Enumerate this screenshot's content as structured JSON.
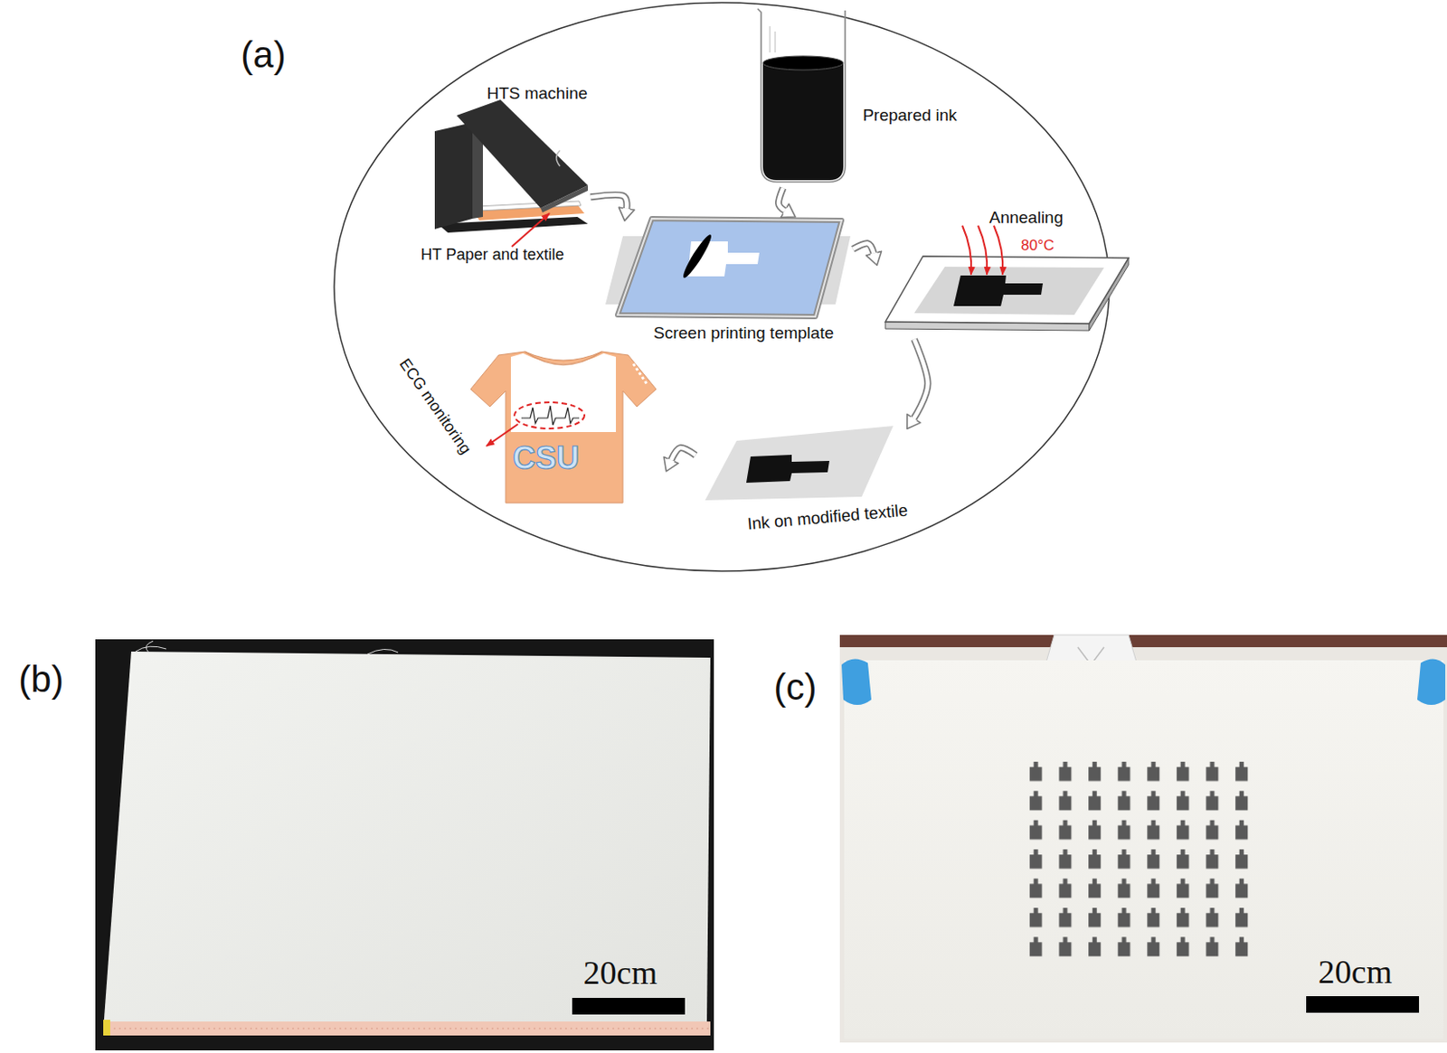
{
  "diagram": {
    "nodes": [
      {
        "text": [
          "HTS machine",
          "HT Paper and textile"
        ]
      },
      {
        "text": [
          "Prepared ink"
        ]
      },
      {
        "text": [
          "Screen printing template"
        ]
      },
      {
        "text": [
          "Annealing",
          "80°C"
        ]
      },
      {
        "text": [
          "Ink on modified textile"
        ]
      },
      {
        "text": [
          "ECG monitoring",
          "CSU"
        ]
      }
    ],
    "edges": [
      {
        "from": 0,
        "to": 2,
        "arrow": "to"
      },
      {
        "from": 1,
        "to": 2,
        "arrow": "to"
      },
      {
        "from": 2,
        "to": 3,
        "arrow": "to"
      },
      {
        "from": 3,
        "to": 4,
        "arrow": "to"
      },
      {
        "from": 4,
        "to": 5,
        "arrow": "to"
      }
    ],
    "labels": [
      "(a)",
      "(b)",
      "20cm",
      "(c)",
      "20cm"
    ]
  }
}
